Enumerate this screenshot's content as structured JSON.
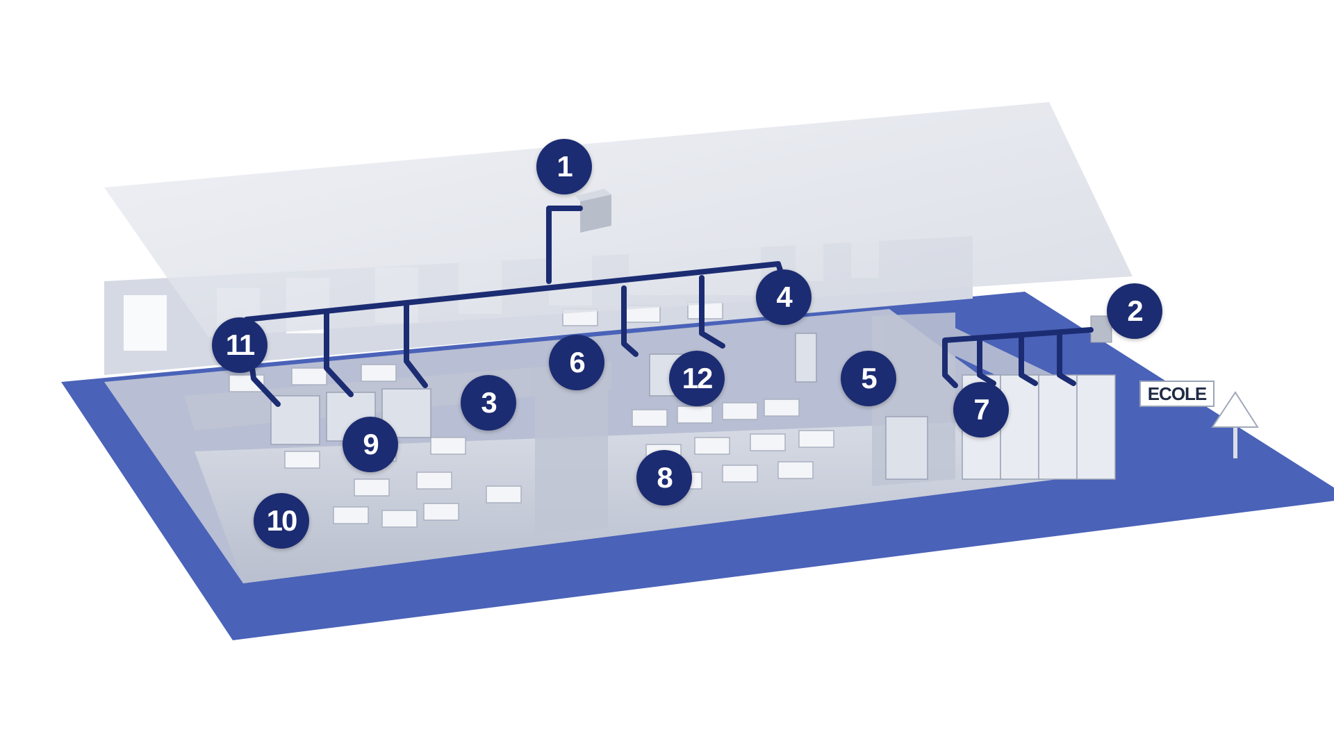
{
  "sign_text": "ECOLE",
  "colors": {
    "floor": "#4a62b8",
    "duct": "#1c2c72",
    "badge": "#1c2c72",
    "roof": "#dfe2ea",
    "walls": "#c9ceda"
  },
  "markers": [
    "1",
    "2",
    "3",
    "4",
    "5",
    "6",
    "7",
    "8",
    "9",
    "10",
    "11",
    "12"
  ]
}
